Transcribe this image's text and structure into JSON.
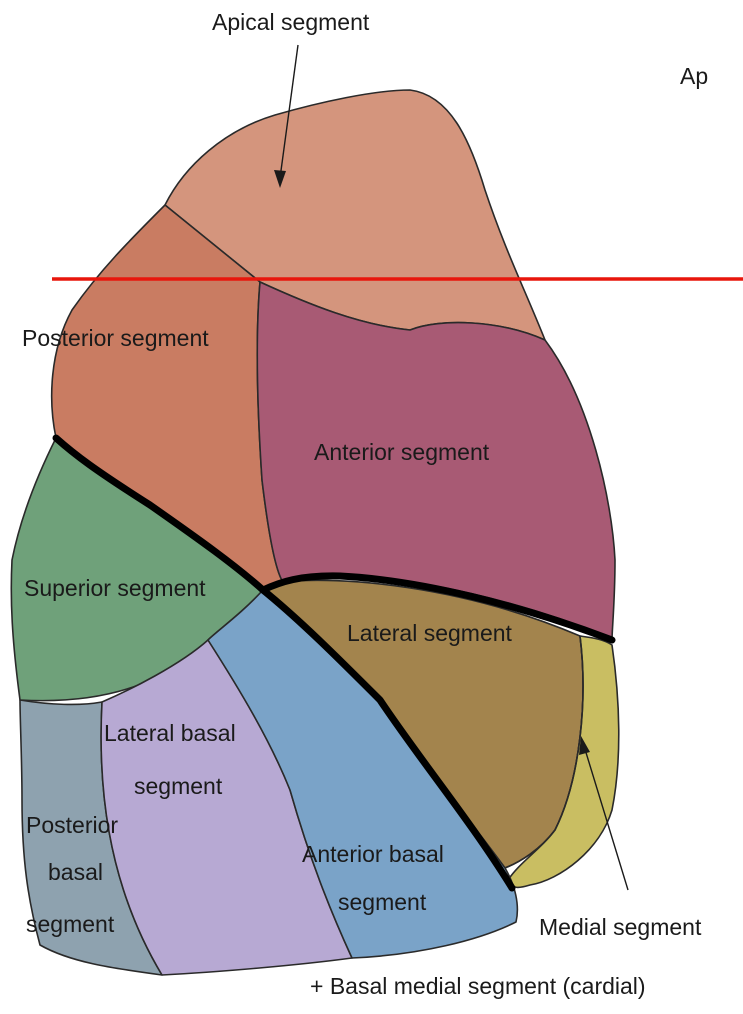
{
  "labels": {
    "apical": "Apical segment",
    "ap_cut": "Ap",
    "posterior": "Posterior segment",
    "anterior": "Anterior segment",
    "superior": "Superior segment",
    "lateral": "Lateral segment",
    "lateral_basal_1": "Lateral basal",
    "lateral_basal_2": "segment",
    "posterior_basal_1": "Posterior",
    "posterior_basal_2": "basal",
    "posterior_basal_3": "segment",
    "anterior_basal_1": "Anterior basal",
    "anterior_basal_2": "segment",
    "medial": "Medial segment",
    "footnote": "+ Basal medial segment (cardial)"
  },
  "colors": {
    "apical": "#d4957d",
    "posterior": "#c97c62",
    "anterior": "#a85a74",
    "superior": "#6fa17a",
    "lateral": "#a3844d",
    "medial": "#c9be62",
    "posterior_basal": "#8ea2af",
    "lateral_basal": "#b7a9d3",
    "anterior_basal": "#7aa3c8",
    "cut_line": "#e8160c"
  }
}
